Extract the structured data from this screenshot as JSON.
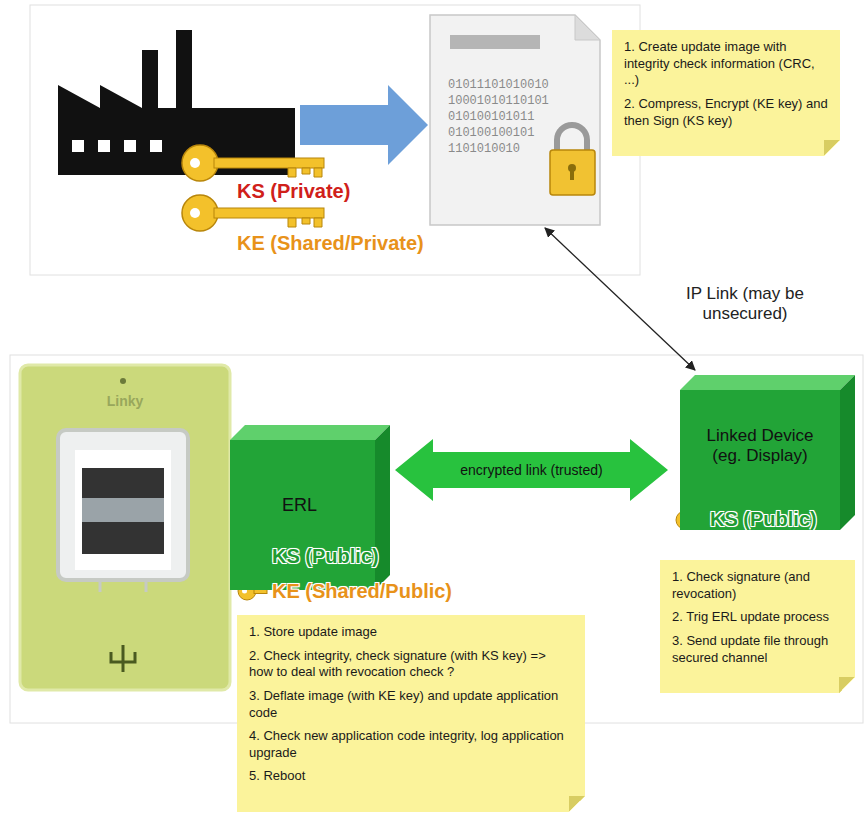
{
  "diagram": {
    "nodes": [
      {
        "text": [
          "KS (Private)",
          "KE (Shared/Private)"
        ]
      },
      {
        "text": [
          "01011101010010",
          "10001010110101",
          "010100101011",
          "010100100101",
          "1101010010"
        ]
      },
      {
        "text": [
          "1. Create update image with integrity check information (CRC, ...)",
          "2. Compress, Encrypt (KE key) and then Sign (KS key)"
        ]
      },
      {
        "text": [
          "Linky"
        ]
      },
      {
        "text": [
          "ERL",
          "KS (Public)",
          "KE (Shared/Public)"
        ]
      },
      {
        "text": [
          "Linked Device (eg. Display)",
          "KS (Public)"
        ]
      },
      {
        "text": [
          "1. Store update image",
          "2. Check integrity, check signature (with KS key) => how to deal with revocation check ?",
          "3. Deflate image (with KE key) and update application code",
          "4. Check new application code integrity, log application upgrade",
          "5. Reboot"
        ]
      },
      {
        "text": [
          "1. Check signature (and revocation)",
          "2. Trig ERL update process",
          "3. Send update file through secured channel"
        ]
      }
    ],
    "edges": [
      {
        "from": 0,
        "to": 1,
        "arrow": "to"
      },
      {
        "from": 1,
        "to": 5,
        "arrow": "both",
        "label": "IP Link (may be unsecured)"
      },
      {
        "from": 4,
        "to": 5,
        "arrow": "both",
        "label": "encrypted link (trusted)"
      }
    ]
  }
}
